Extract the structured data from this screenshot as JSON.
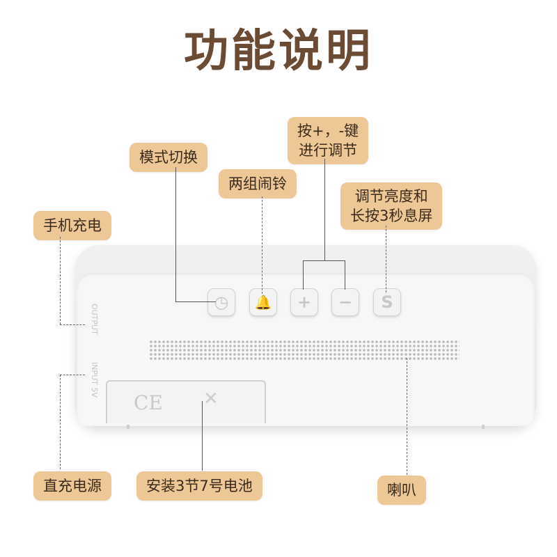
{
  "title": "功能说明",
  "labels": {
    "mode": "模式切换",
    "alarm": "两组闹铃",
    "adjust_line1": "按+，-键",
    "adjust_line2": "进行调节",
    "bright_line1": "调节亮度和",
    "bright_line2": "长按3秒息屏",
    "phone_charge": "手机充电",
    "dc_power": "直充电源",
    "battery": "安装3节7号电池",
    "speaker": "喇叭"
  },
  "device": {
    "buttons": [
      "◷",
      "🔔",
      "+",
      "−",
      "S"
    ],
    "ports": {
      "output": "OUTPUT",
      "input": "INPUT 5V"
    },
    "marks": {
      "ce": "CE",
      "weee": "✕"
    }
  },
  "colors": {
    "title": "#6b4b33",
    "label_bg": "#edc795"
  }
}
